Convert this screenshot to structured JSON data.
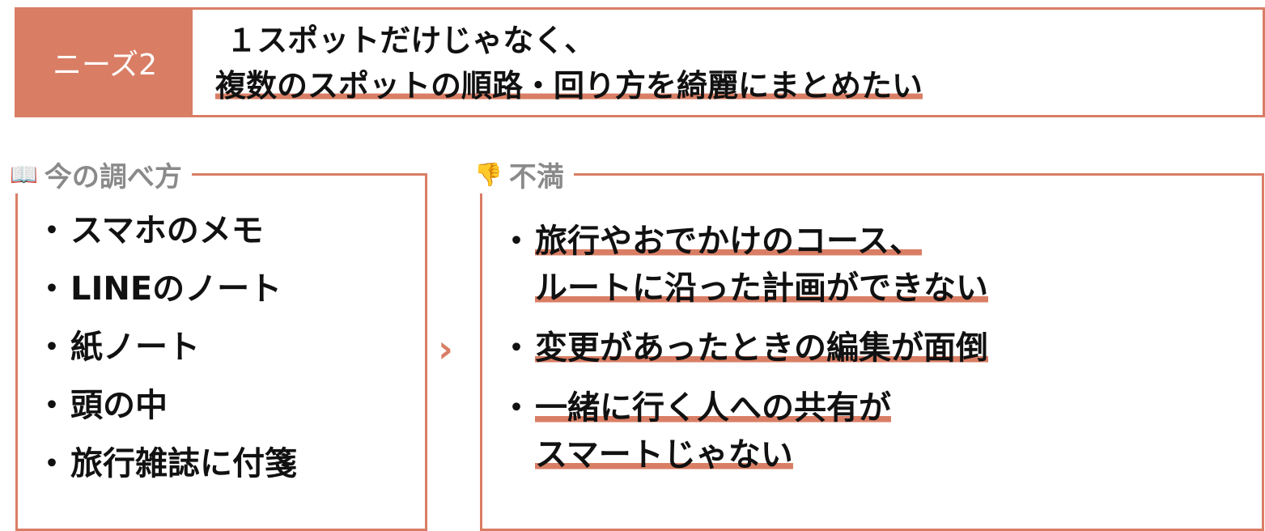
{
  "header": {
    "badge": "ニーズ2",
    "line1": "１スポットだけじゃなく、",
    "line2": "複数のスポットの順路・回り方を綺麗にまとめたい"
  },
  "current": {
    "icon": "open-book-icon",
    "title": "今の調べ方",
    "items": [
      "スマホのメモ",
      "LINEのノート",
      "紙ノート",
      "頭の中",
      "旅行雑誌に付箋"
    ]
  },
  "arrow": "›",
  "complaints": {
    "icon": "thumbs-down-icon",
    "title": "不満",
    "items": [
      {
        "line1": "旅行やおでかけのコース、",
        "line2": "ルートに沿った計画ができない"
      },
      {
        "line1": "変更があったときの編集が面倒"
      },
      {
        "line1": "一緒に行く人への共有が",
        "line2": "スマートじゃない"
      }
    ]
  },
  "colors": {
    "accent": "#D97E65",
    "title_gray": "#8a8a8a"
  }
}
